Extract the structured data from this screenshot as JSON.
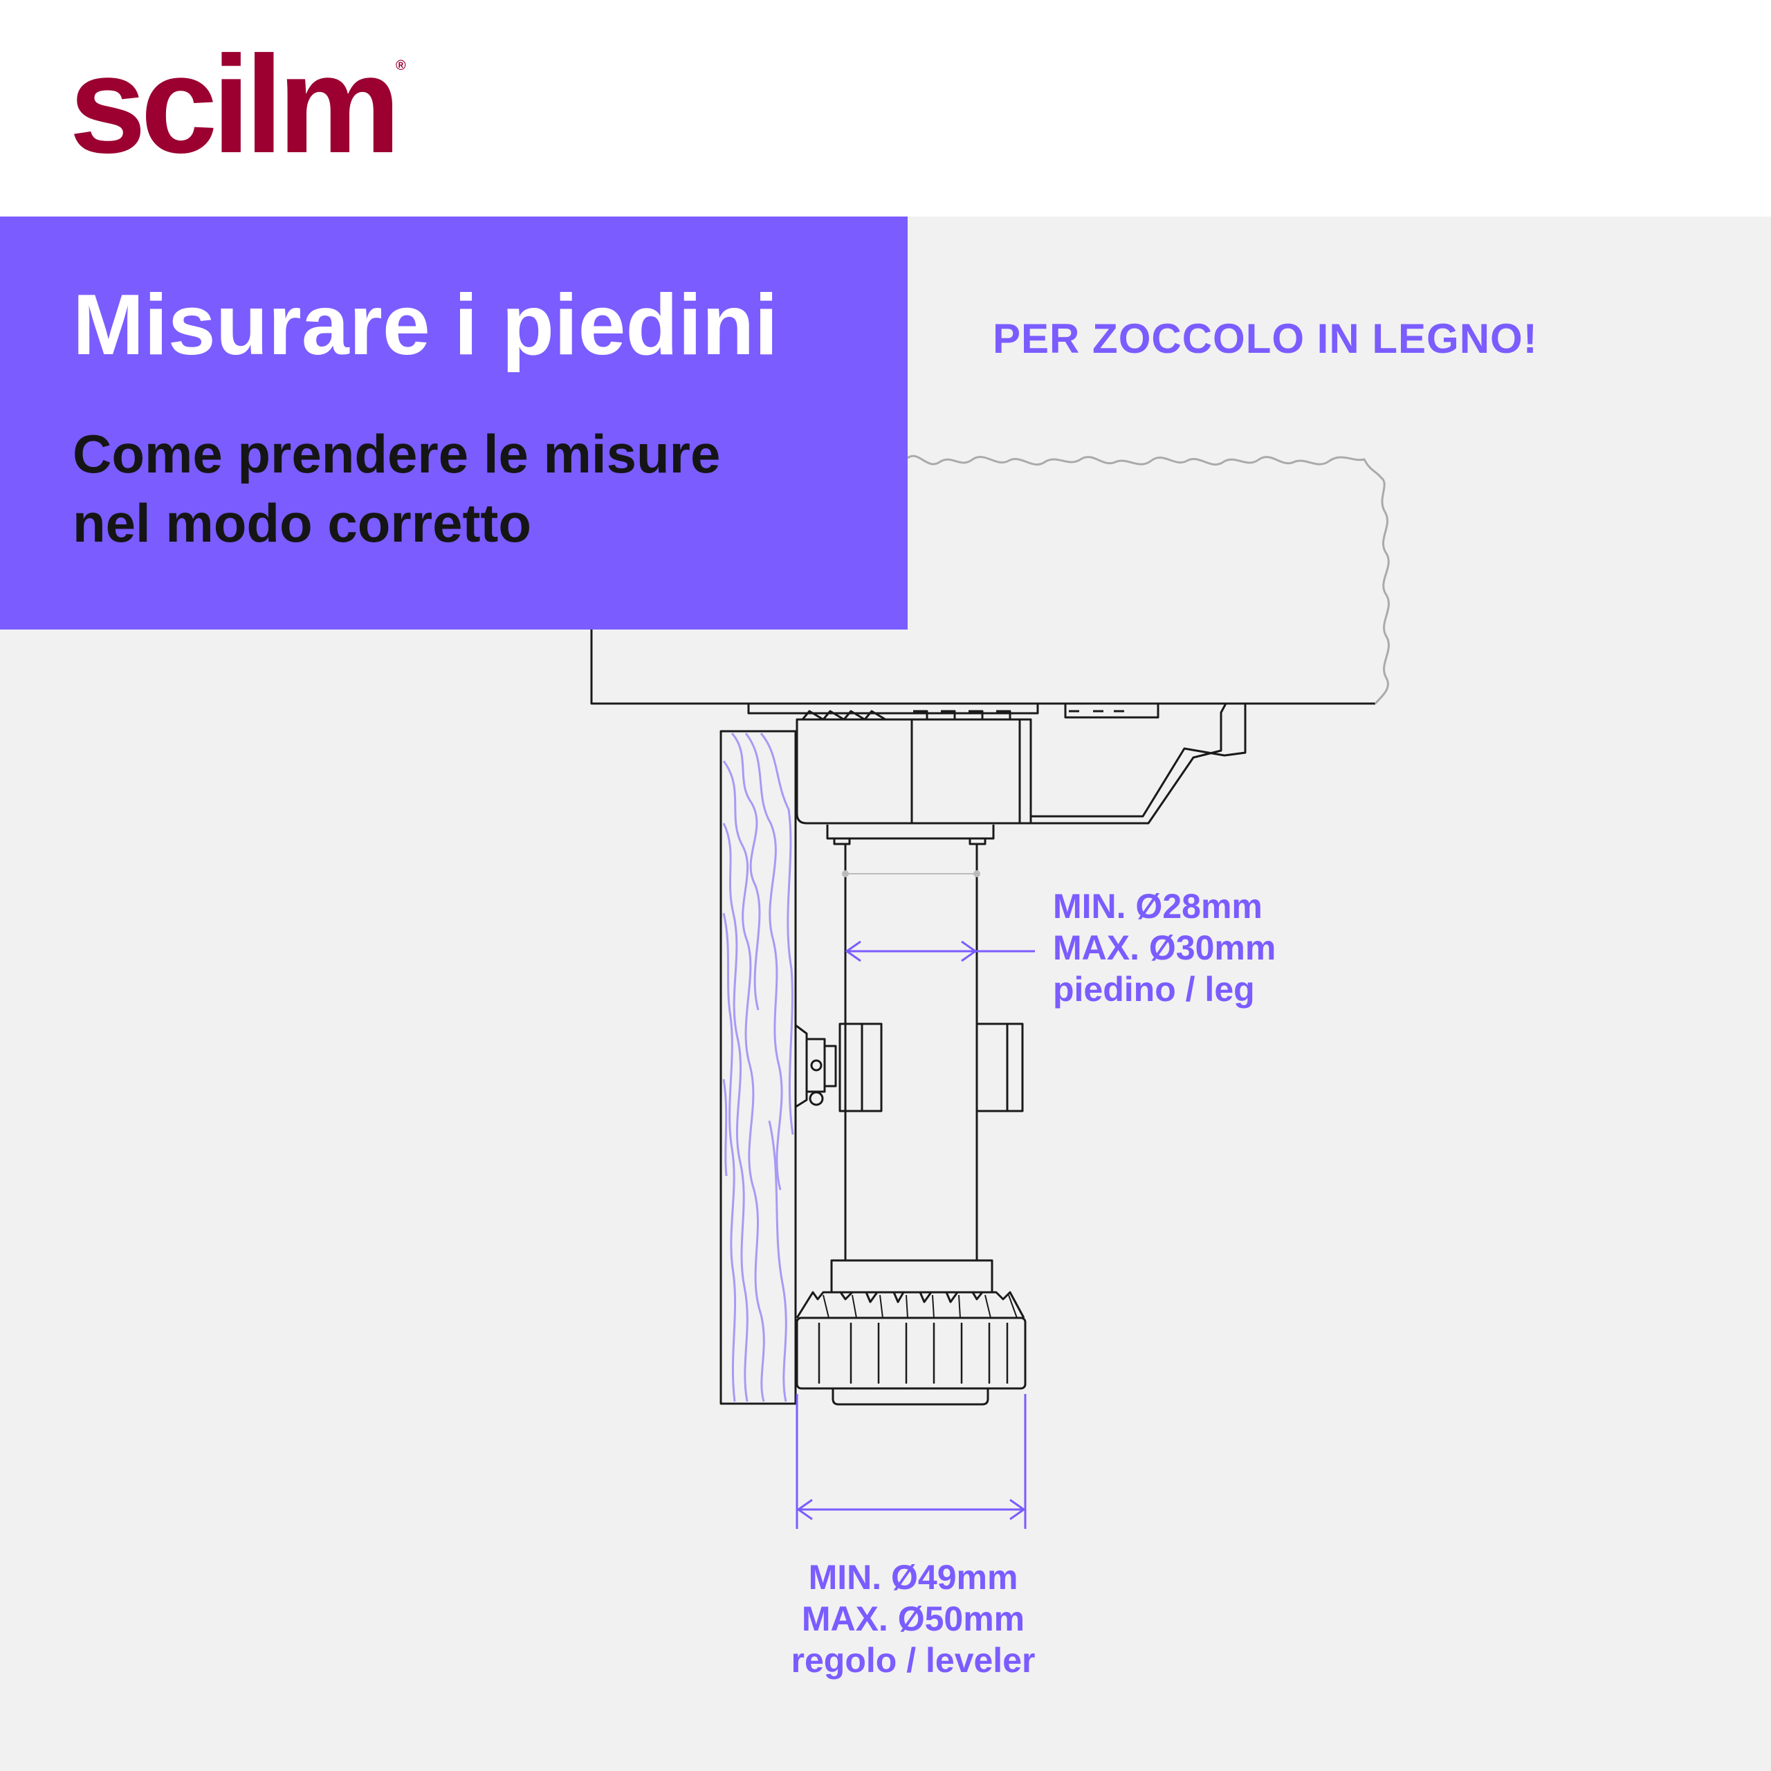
{
  "brand": {
    "name": "scilm",
    "registered": "®",
    "color": "#9b0030"
  },
  "banner": {
    "title": "Misurare i piedini",
    "subtitle_line1": "Come prendere le misure",
    "subtitle_line2": "nel modo corretto",
    "background": "#7b5cff"
  },
  "note": "PER ZOCCOLO IN LEGNO!",
  "leg_dimension": {
    "min": "MIN. Ø28mm",
    "max": "MAX. Ø30mm",
    "label": "piedino / leg"
  },
  "leveler_dimension": {
    "min": "MIN. Ø49mm",
    "max": "MAX. Ø50mm",
    "label": "regolo / leveler"
  },
  "colors": {
    "accent": "#7b5cff",
    "line": "#1a1a1a",
    "background": "#f1f1f1"
  }
}
